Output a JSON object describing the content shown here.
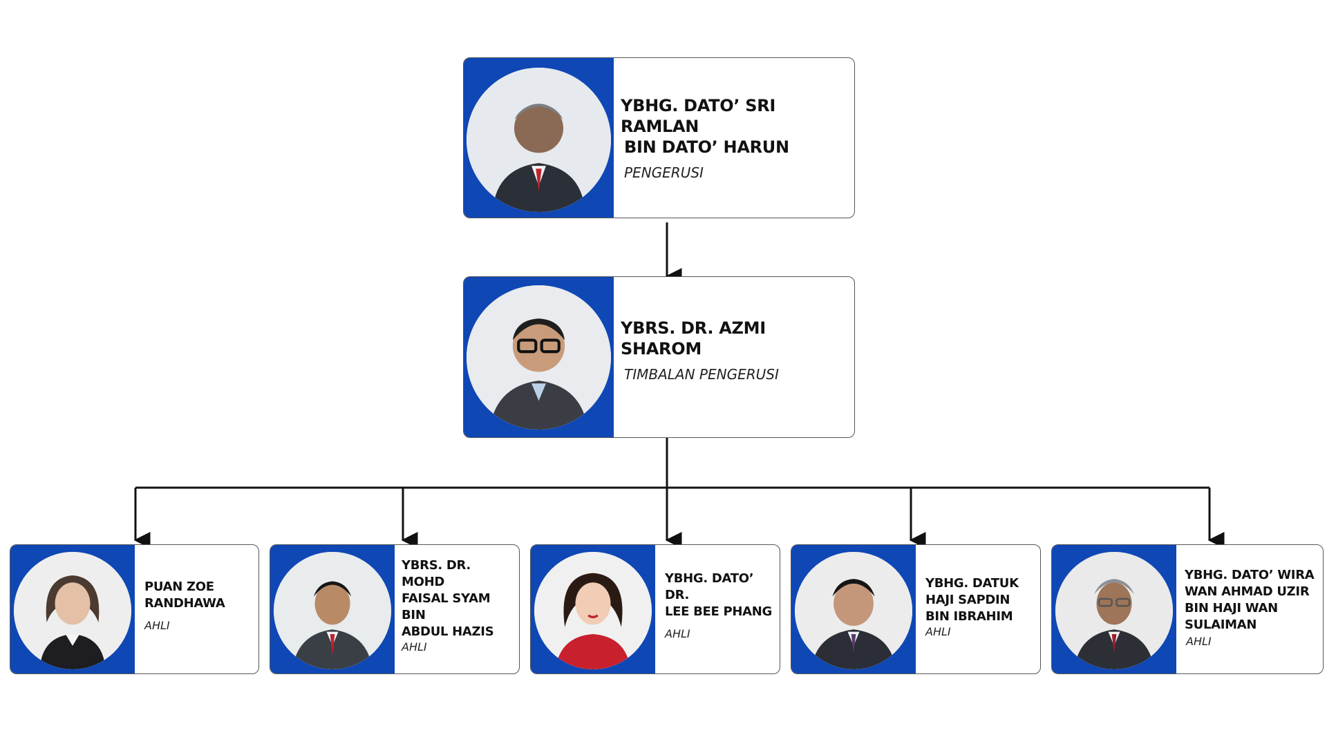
{
  "org_chart": {
    "chairman": {
      "name_line1": "YBHG. DATO’ SRI RAMLAN",
      "name_line2": "BIN DATO’ HARUN",
      "role": "PENGERUSI"
    },
    "deputy": {
      "name_line1": "YBRS. DR. AZMI SHAROM",
      "role": "TIMBALAN PENGERUSI"
    },
    "members": [
      {
        "name_line1": "PUAN ZOE",
        "name_line2": "RANDHAWA",
        "role": "AHLI"
      },
      {
        "name_line1": "YBRS. DR. MOHD",
        "name_line2": "FAISAL SYAM BIN",
        "name_line3": "ABDUL HAZIS",
        "role": "AHLI"
      },
      {
        "name_line1": "YBHG. DATO’ DR.",
        "name_line2": "LEE BEE PHANG",
        "role": "AHLI"
      },
      {
        "name_line1": "YBHG. DATUK",
        "name_line2": "HAJI SAPDIN",
        "name_line3": "BIN IBRAHIM",
        "role": "AHLI"
      },
      {
        "name_line1": "YBHG. DATO’ WIRA",
        "name_line2": "WAN AHMAD UZIR",
        "name_line3": "BIN HAJI WAN",
        "name_line4": "SULAIMAN",
        "role": "AHLI"
      }
    ]
  },
  "colors": {
    "photo_panel": "#0f47b5",
    "connector": "#111111",
    "card_border": "#555555"
  },
  "icons": {
    "portrait": "person-portrait-icon",
    "arrow": "arrow-down-icon"
  }
}
